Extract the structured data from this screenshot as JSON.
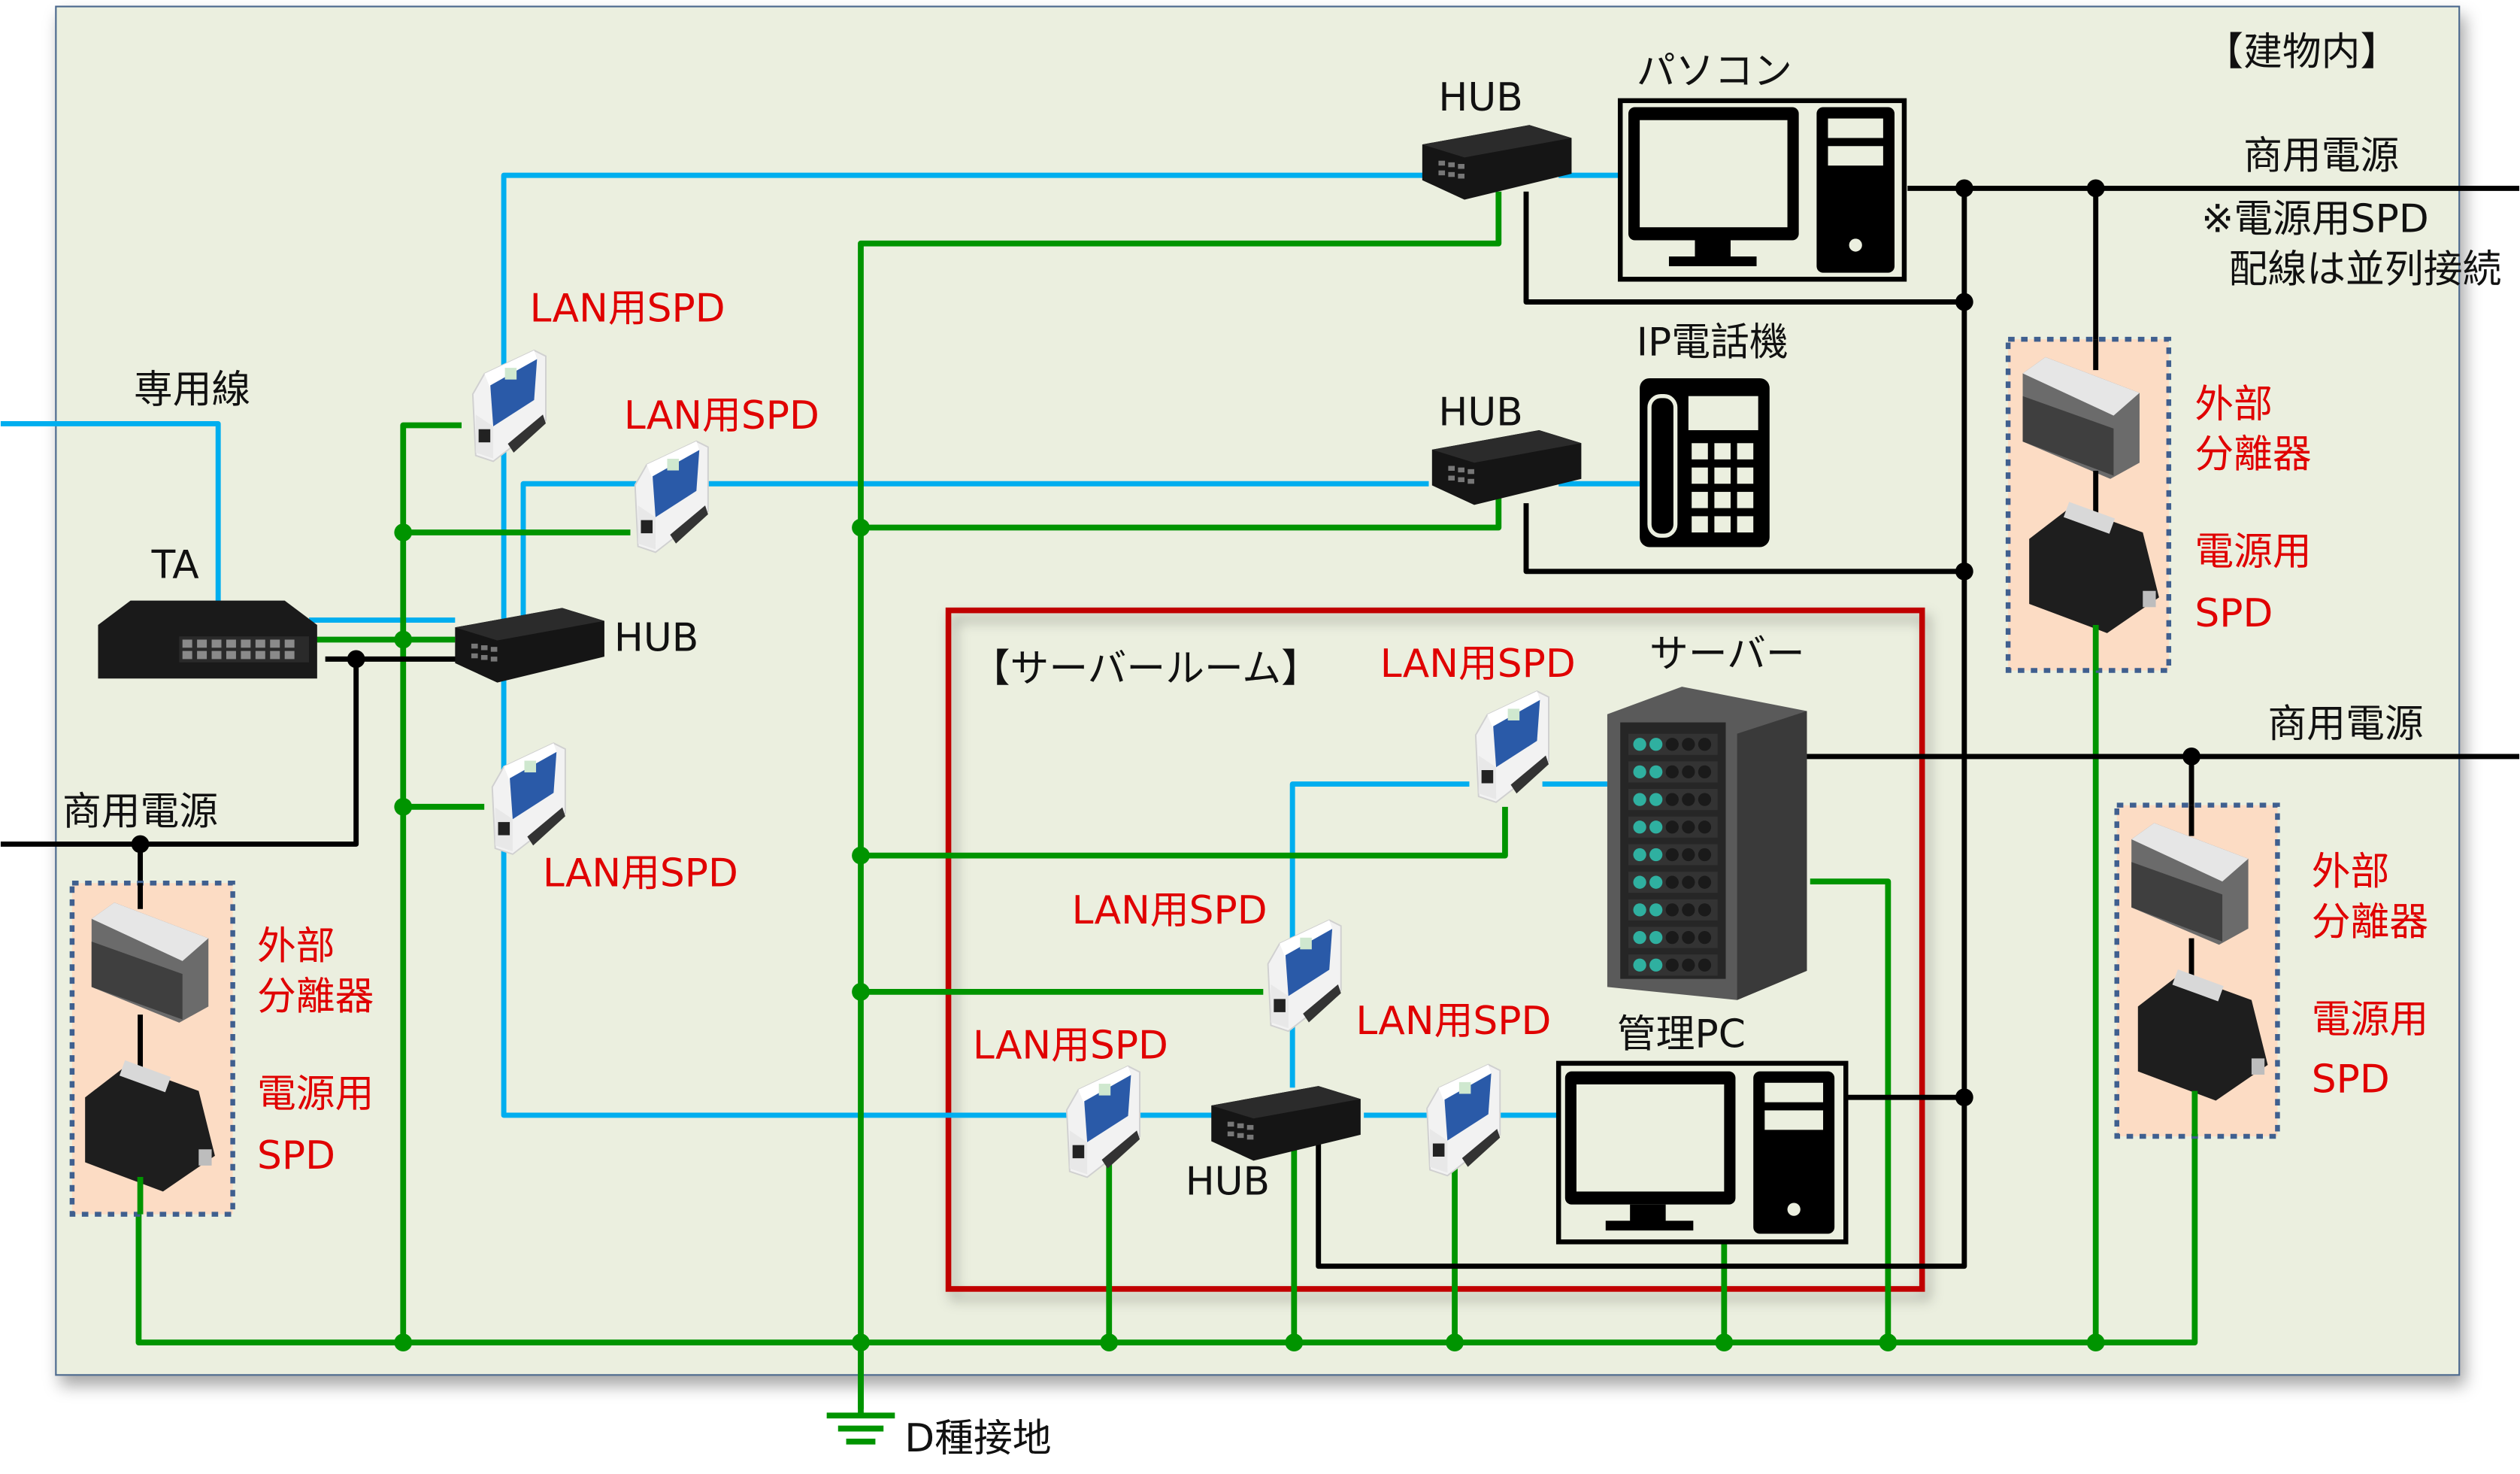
{
  "title": "【建物内】",
  "server_room_title": "【サーバールーム】",
  "labels": {
    "dedicated_line": "専用線",
    "ta": "TA",
    "hub": "HUB",
    "pc": "パソコン",
    "ip_phone": "IP電話機",
    "server": "サーバー",
    "admin_pc": "管理PC",
    "commercial_power": "商用電源",
    "lan_spd": "LAN用SPD",
    "external_disconnector_1": "外部",
    "external_disconnector_2": "分離器",
    "power_spd_1": "電源用",
    "power_spd_2": "SPD",
    "ground": "D種接地",
    "note_1": "※電源用SPD",
    "note_2": "配線は並列接続"
  },
  "legend_colors": {
    "lan_line": "#00aeef",
    "ground_line": "#009400",
    "power_line": "#000000",
    "spd_label": "#e00000",
    "server_room_border": "#c00000",
    "building_bg": "#ebefdf",
    "spd_group_bg": "#fcdcc4",
    "spd_group_border": "#3f5f8f"
  }
}
